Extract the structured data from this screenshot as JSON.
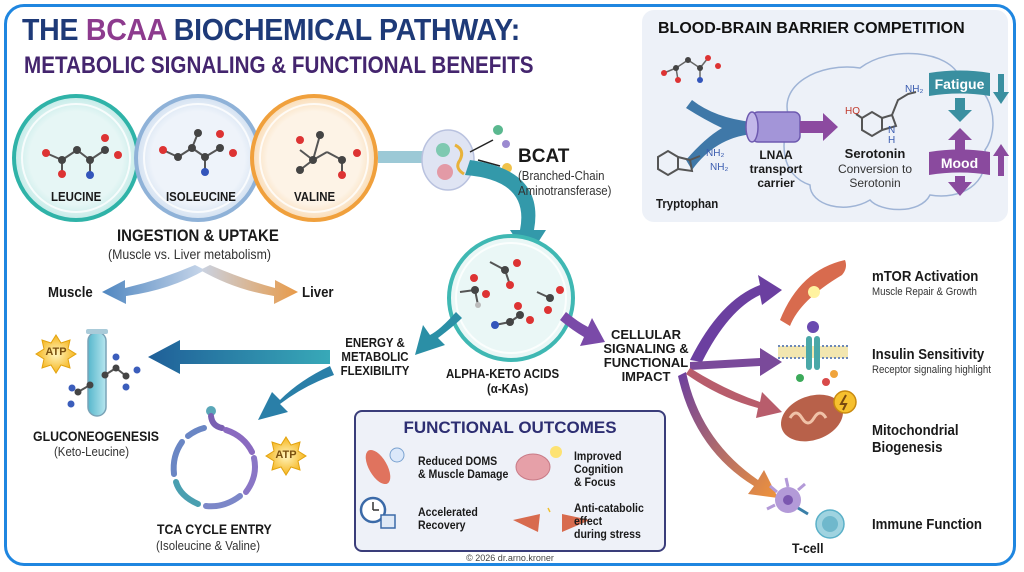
{
  "header": {
    "title_prefix": "THE ",
    "title_highlight": "BCAA",
    "title_suffix": " BIOCHEMICAL PATHWAY:",
    "subtitle": "METABOLIC SIGNALING & FUNCTIONAL BENEFITS"
  },
  "colors": {
    "frame": "#1f86e0",
    "title": "#1e3a78",
    "title_highlight": "#8d3b8e",
    "subtitle": "#44256e",
    "leucine": "#2fb3a8",
    "isoleucine": "#8fb2d8",
    "valine": "#f0a03c",
    "teal_arrow": "#2b8fa6",
    "purple_arrow": "#7a4aa8",
    "orange_arrow": "#f0943a"
  },
  "amino_acids": [
    {
      "label": "LEUCINE",
      "color": "#2fb3a8"
    },
    {
      "label": "ISOLEUCINE",
      "color": "#8fb2d8"
    },
    {
      "label": "VALINE",
      "color": "#f0a03c"
    }
  ],
  "ingestion": {
    "title": "INGESTION & UPTAKE",
    "subtitle": "(Muscle vs. Liver metabolism)",
    "left_label": "Muscle",
    "right_label": "Liver"
  },
  "enzyme": {
    "name": "BCAT",
    "line1": "(Branched-Chain",
    "line2": "Aminotransferase)"
  },
  "keto_acids": {
    "title": "ALPHA-KETO ACIDS",
    "subtitle": "(α-KAs)"
  },
  "energy": {
    "lines": [
      "ENERGY &",
      "METABOLIC",
      "FLEXIBILITY"
    ]
  },
  "gluconeogenesis": {
    "title": "GLUCONEOGENESIS",
    "subtitle": "(Keto-Leucine)",
    "badge": "ATP"
  },
  "tca": {
    "title": "TCA CYCLE ENTRY",
    "subtitle": "(Isoleucine & Valine)",
    "badge": "ATP"
  },
  "signaling": {
    "lines": [
      "CELLULAR",
      "SIGNALING &",
      "FUNCTIONAL",
      "IMPACT"
    ]
  },
  "outputs": [
    {
      "title": "mTOR Activation",
      "subtitle": "Muscle Repair & Growth",
      "icon": "muscle-fiber-icon"
    },
    {
      "title": "Insulin Sensitivity",
      "subtitle": "Receptor signaling highlight",
      "icon": "receptor-icon"
    },
    {
      "title": "Mitochondrial",
      "title2": "Biogenesis",
      "icon": "mitochondrion-icon"
    },
    {
      "title": "Immune Function",
      "icon": "immune-cell-icon",
      "cell_label": "T-cell"
    }
  ],
  "bbb": {
    "title": "BLOOD-BRAIN BARRIER COMPETITION",
    "tryptophan": "Tryptophan",
    "nh2_a": "NH₂",
    "nh2_b": "NH₂",
    "carrier_lines": [
      "LNAA",
      "transport",
      "carrier"
    ],
    "serotonin_title": "Serotonin",
    "serotonin_sub1": "Conversion to",
    "serotonin_sub2": "Serotonin",
    "ho_label": "HO",
    "nh2_serotonin": "NH₂",
    "nh_label": "N",
    "h_label": "H",
    "fatigue": "Fatigue",
    "fatigue_direction": "down",
    "mood": "Mood",
    "mood_direction": "up"
  },
  "functional_outcomes": {
    "title": "FUNCTIONAL OUTCOMES",
    "items": [
      {
        "lines": [
          "Reduced DOMS",
          "& Muscle Damage"
        ],
        "icon": "happy-muscle-icon"
      },
      {
        "lines": [
          "Improved",
          "Cognition",
          "& Focus"
        ],
        "icon": "brain-lightbulb-icon"
      },
      {
        "lines": [
          "Accelerated",
          "Recovery"
        ],
        "icon": "clock-calendar-icon"
      },
      {
        "lines": [
          "Anti-catabolic",
          "effect",
          "during stress"
        ],
        "icon": "torn-muscle-icon"
      }
    ]
  },
  "footer": {
    "copyright": "© 2026 dr.arno.kroner"
  }
}
